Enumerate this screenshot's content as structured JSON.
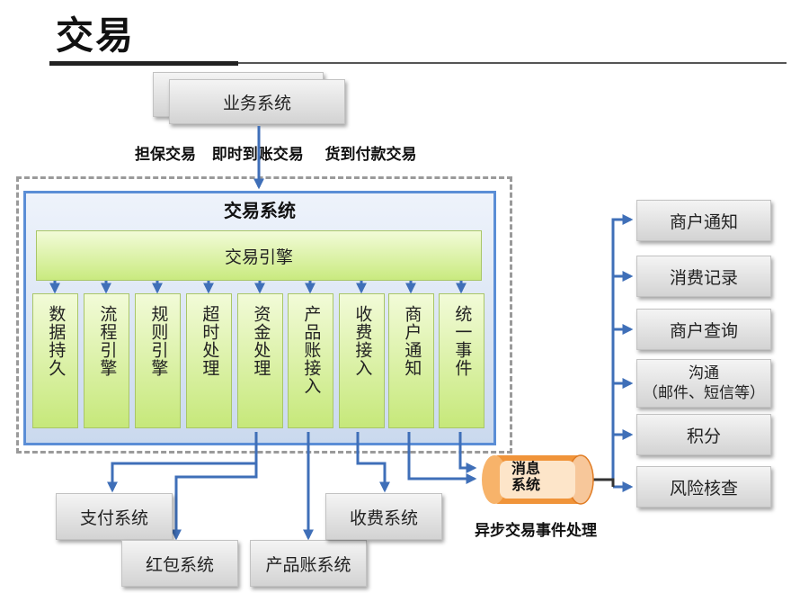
{
  "page_title": "交易",
  "business_system": "业务系统",
  "trade_types": [
    "担保交易",
    "即时到账交易",
    "货到付款交易"
  ],
  "trade_system": {
    "label": "交易系统",
    "engine": "交易引擎",
    "modules": [
      "数据持久",
      "流程引擎",
      "规则引擎",
      "超时处理",
      "资金处理",
      "产品账接入",
      "收费接入",
      "商户通知",
      "统一事件"
    ]
  },
  "message_system": {
    "line1": "消息",
    "line2": "系统"
  },
  "async_label": "异步交易事件处理",
  "right_boxes": [
    {
      "line1": "商户通知",
      "line2": ""
    },
    {
      "line1": "消费记录",
      "line2": ""
    },
    {
      "line1": "商户查询",
      "line2": ""
    },
    {
      "line1": "沟通",
      "line2": "（邮件、短信等）"
    },
    {
      "line1": "积分",
      "line2": ""
    },
    {
      "line1": "风险核查",
      "line2": ""
    }
  ],
  "bottom_systems": {
    "payment": "支付系统",
    "red_packet": "红包系统",
    "product_account": "产品账系统",
    "fee": "收费系统"
  },
  "colors": {
    "arrow_blue": "#3f6fb8",
    "frame_blue": "#5b8ed6",
    "module_green": "#c6e87a",
    "cylinder_orange": "#f0943a"
  }
}
